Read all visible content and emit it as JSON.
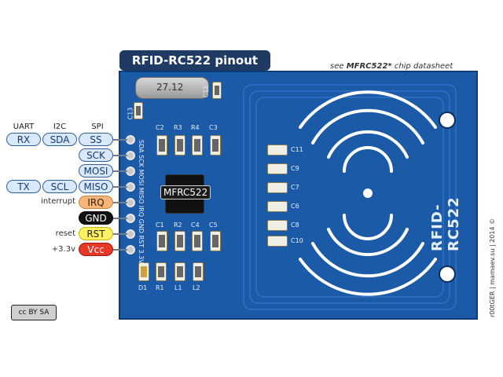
{
  "title": "RFID-RC522 pinout",
  "note_prefix": "see ",
  "note_bold": "MFRC522*",
  "note_suffix": " chip datasheet",
  "columns": {
    "uart": "UART",
    "i2c": "I2C",
    "spi": "SPI"
  },
  "pins": [
    {
      "spi": "SS",
      "i2c": "SDA",
      "uart": "RX",
      "color": "blue"
    },
    {
      "spi": "SCK",
      "color": "blue"
    },
    {
      "spi": "MOSI",
      "color": "blue"
    },
    {
      "spi": "MISO",
      "i2c": "SCL",
      "uart": "TX",
      "color": "blue"
    },
    {
      "spi": "IRQ",
      "side_label": "interrupt",
      "color": "orange"
    },
    {
      "spi": "GND",
      "color": "black"
    },
    {
      "spi": "RST",
      "side_label": "reset",
      "color": "yellow"
    },
    {
      "spi": "Vcc",
      "side_label": "+3.3v",
      "color": "red"
    }
  ],
  "board": {
    "chip_label": "MFRC522",
    "crystal_label": "27.12",
    "board_name": "RFID-RC522",
    "header_silk": "SDA SCK MOSI MISO IRQ GND RST 3.3V",
    "components_top": [
      "C2",
      "R3",
      "R4",
      "C3"
    ],
    "components_mid": [
      "C1",
      "R2",
      "C4",
      "C5"
    ],
    "components_bottom": [
      "D1",
      "R1",
      "L1",
      "L2"
    ],
    "components_right_a": [
      "C11",
      "C9",
      "C7",
      "C6",
      "C8",
      "C10"
    ],
    "crystal_caps": [
      "C13",
      "C12"
    ]
  },
  "copyright": "r00tGER | mamaev.su | 2014 ©",
  "license": "cc BY SA",
  "colors": {
    "board": "#1a5aa6",
    "title_bg": "#1f3a63"
  }
}
